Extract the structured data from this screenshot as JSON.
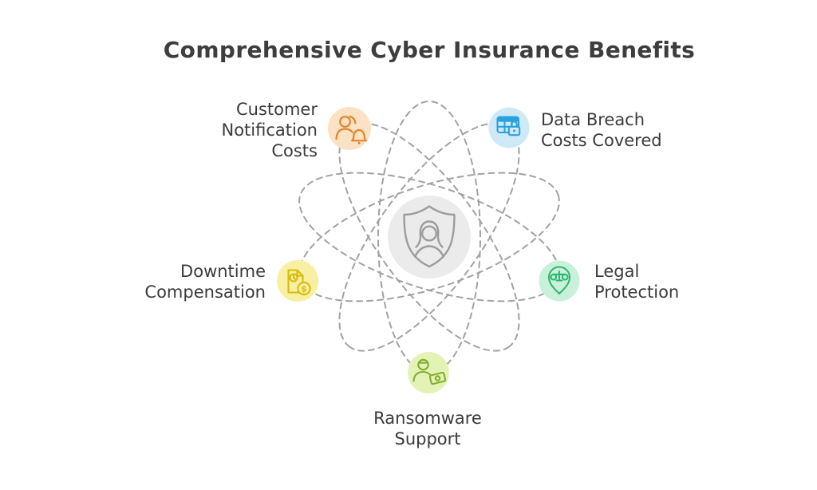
{
  "title": "Comprehensive Cyber Insurance Benefits",
  "colors": {
    "background": "#ffffff",
    "orbit": "#a2a2a2",
    "title_text": "#3d3d3d",
    "label_text": "#3b3b3b",
    "hub_bg": "#ebebeb",
    "hub_icon": "#9c9c9c"
  },
  "glyphs": {
    "dollar": "$"
  },
  "hub": {
    "icon": "shield-user-icon"
  },
  "nodes": [
    {
      "id": "customer-notification-costs",
      "label": "Customer\nNotification\nCosts",
      "icon": "user-bell-icon",
      "bg": "#fbe2c5",
      "accent": "#e1862d"
    },
    {
      "id": "data-breach-costs-covered",
      "label": "Data Breach\nCosts Covered",
      "icon": "table-lock-icon",
      "bg": "#cfe9f7",
      "accent": "#2aa2de"
    },
    {
      "id": "downtime-compensation",
      "label": "Downtime\nCompensation",
      "icon": "invoice-time-icon",
      "bg": "#f8efa2",
      "accent": "#d6bc0e"
    },
    {
      "id": "legal-protection",
      "label": "Legal\nProtection",
      "icon": "scales-pin-icon",
      "bg": "#c9f1da",
      "accent": "#2db873"
    },
    {
      "id": "ransomware-support",
      "label": "Ransomware\nSupport",
      "icon": "person-cash-icon",
      "bg": "#e3f3b6",
      "accent": "#84ae2e"
    }
  ]
}
